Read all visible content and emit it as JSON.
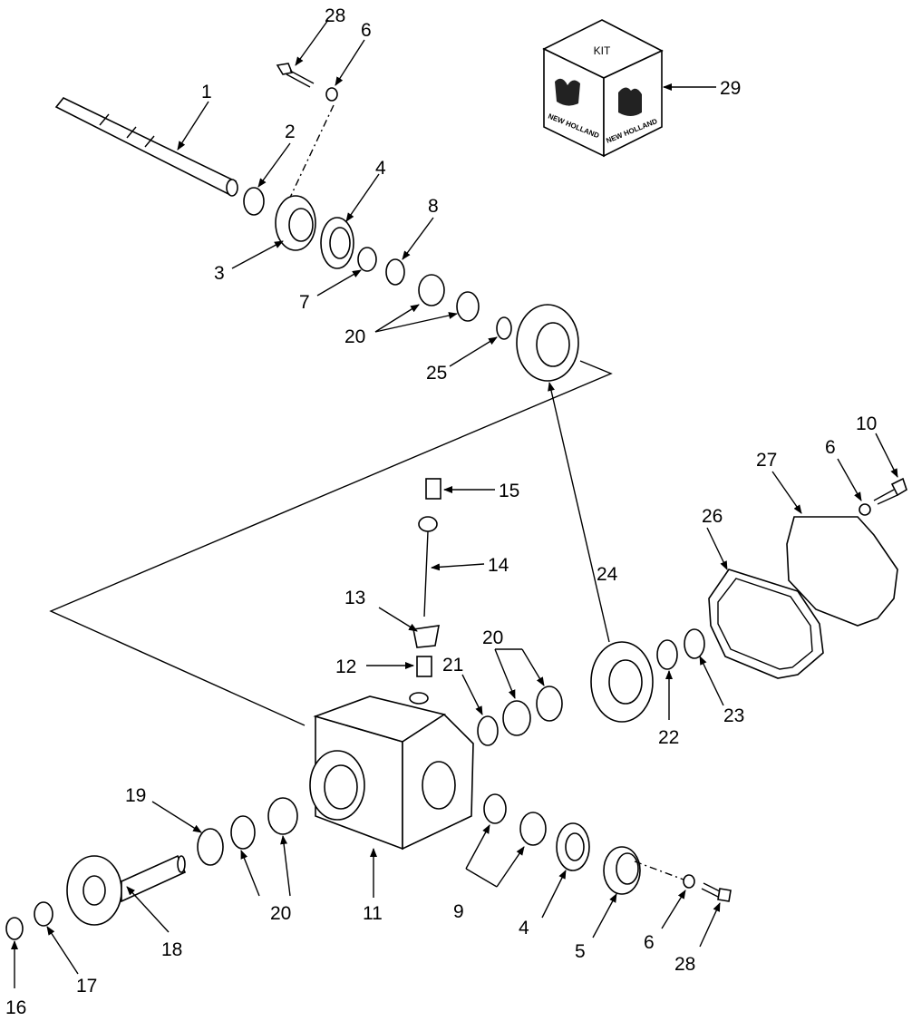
{
  "kit_box": {
    "top_label": "KIT",
    "brand_left": "NEW HOLLAND",
    "brand_right": "NEW HOLLAND",
    "logo_icon": "new-holland-leaf-icon"
  },
  "callouts": {
    "c1": "1",
    "c2": "2",
    "c3": "3",
    "c4a": "4",
    "c4b": "4",
    "c5": "5",
    "c6a": "6",
    "c6b": "6",
    "c6c": "6",
    "c7": "7",
    "c8": "8",
    "c9": "9",
    "c10": "10",
    "c11": "11",
    "c12": "12",
    "c13": "13",
    "c14": "14",
    "c15": "15",
    "c16": "16",
    "c17": "17",
    "c18": "18",
    "c19": "19",
    "c20a": "20",
    "c20b": "20",
    "c20c": "20",
    "c21": "21",
    "c22": "22",
    "c23": "23",
    "c24": "24",
    "c25": "25",
    "c26": "26",
    "c27": "27",
    "c28a": "28",
    "c28b": "28",
    "c29": "29"
  }
}
